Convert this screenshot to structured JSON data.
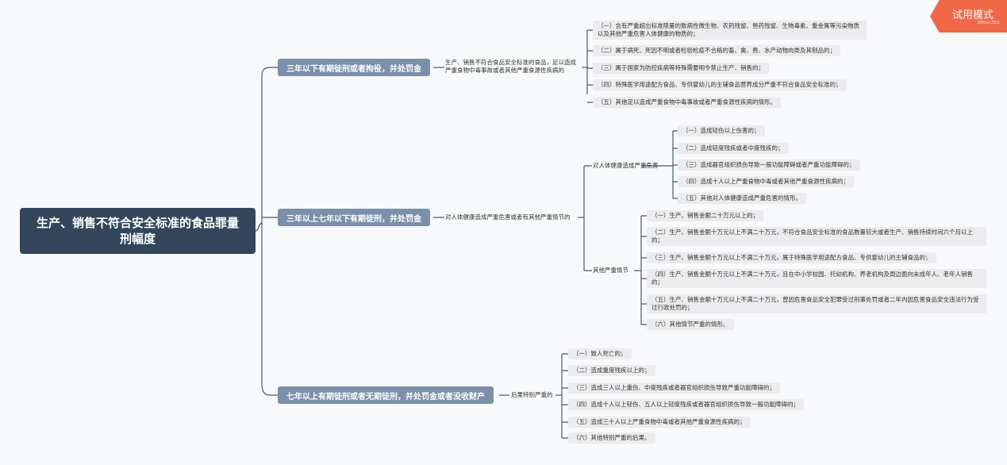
{
  "watermark": {
    "label": "试用模式",
    "sub": "XMind ZEN"
  },
  "root": "生产、销售不符合安全标准的食品罪量刑幅度",
  "b1": {
    "label": "三年以下有期徒刑或者拘役，并处罚金",
    "desc": "生产、销售不符合食品安全标准的食品，足以造成严重食物中毒事故或者其他严重食源性疾病的",
    "items": [
      "（一）含有严重超出标准限量的致病性微生物、农药残留、兽药残留、生物毒素、重金属等污染物质以及其他严重危害人体健康的物质的；",
      "（二）属于病死、死因不明或者检验检疫不合格的畜、禽、兽、水产动物肉类及其制品的；",
      "（三）属于国家为防控疾病等特殊需要明令禁止生产、销售的；",
      "（四）特殊医学用途配方食品、专供婴幼儿的主辅食品营养成分严重不符合食品安全标准的；",
      "（五）其他足以造成严重食物中毒事故或者严重食源性疾病的情形。"
    ]
  },
  "b2": {
    "label": "三年以上七年以下有期徒刑，并处罚金",
    "desc": "对人体健康造成严重危害或者有其他严重情节的",
    "sub1": {
      "label": "对人体健康造成严重危害",
      "items": [
        "（一）造成轻伤以上伤害的；",
        "（二）造成轻度残疾或者中度残疾的；",
        "（三）造成器官组织损伤导致一般功能障碍或者严重功能障碍的；",
        "（四）造成十人以上严重食物中毒或者其他严重食源性疾病的；",
        "（五）其他对人体健康造成严重危害的情形。"
      ]
    },
    "sub2": {
      "label": "其他严重情节",
      "items": [
        "（一）生产、销售金额二十万元以上的；",
        "（二）生产、销售金额十万元以上不满二十万元，不符合食品安全标准的食品数量较大或者生产、销售持续时间六个月以上的；",
        "（三）生产、销售金额十万元以上不满二十万元，属于特殊医学用途配方食品、专供婴幼儿的主辅食品的；",
        "（四）生产、销售金额十万元以上不满二十万元，且在中小学校园、托幼机构、养老机构及周边面向未成年人、老年人销售的；",
        "（五）生产、销售金额十万元以上不满二十万元，曾因危害食品安全犯罪受过刑事处罚或者二年内因危害食品安全违法行为受过行政处罚的；",
        "（六）其他情节严重的情形。"
      ]
    }
  },
  "b3": {
    "label": "七年以上有期徒刑或者无期徒刑，并处罚金或者没收财产",
    "desc": "后果特别严重的",
    "items": [
      "（一）致人死亡的；",
      "（二）造成重度残疾以上的；",
      "（三）造成三人以上重伤、中度残疾或者器官组织损伤导致严重功能障碍的；",
      "（四）造成十人以上轻伤、五人以上轻度残疾或者器官组织损伤导致一般功能障碍的；",
      "（五）造成三十人以上严重食物中毒或者其他严重食源性疾病的；",
      "（六）其他特别严重的后果。"
    ]
  }
}
